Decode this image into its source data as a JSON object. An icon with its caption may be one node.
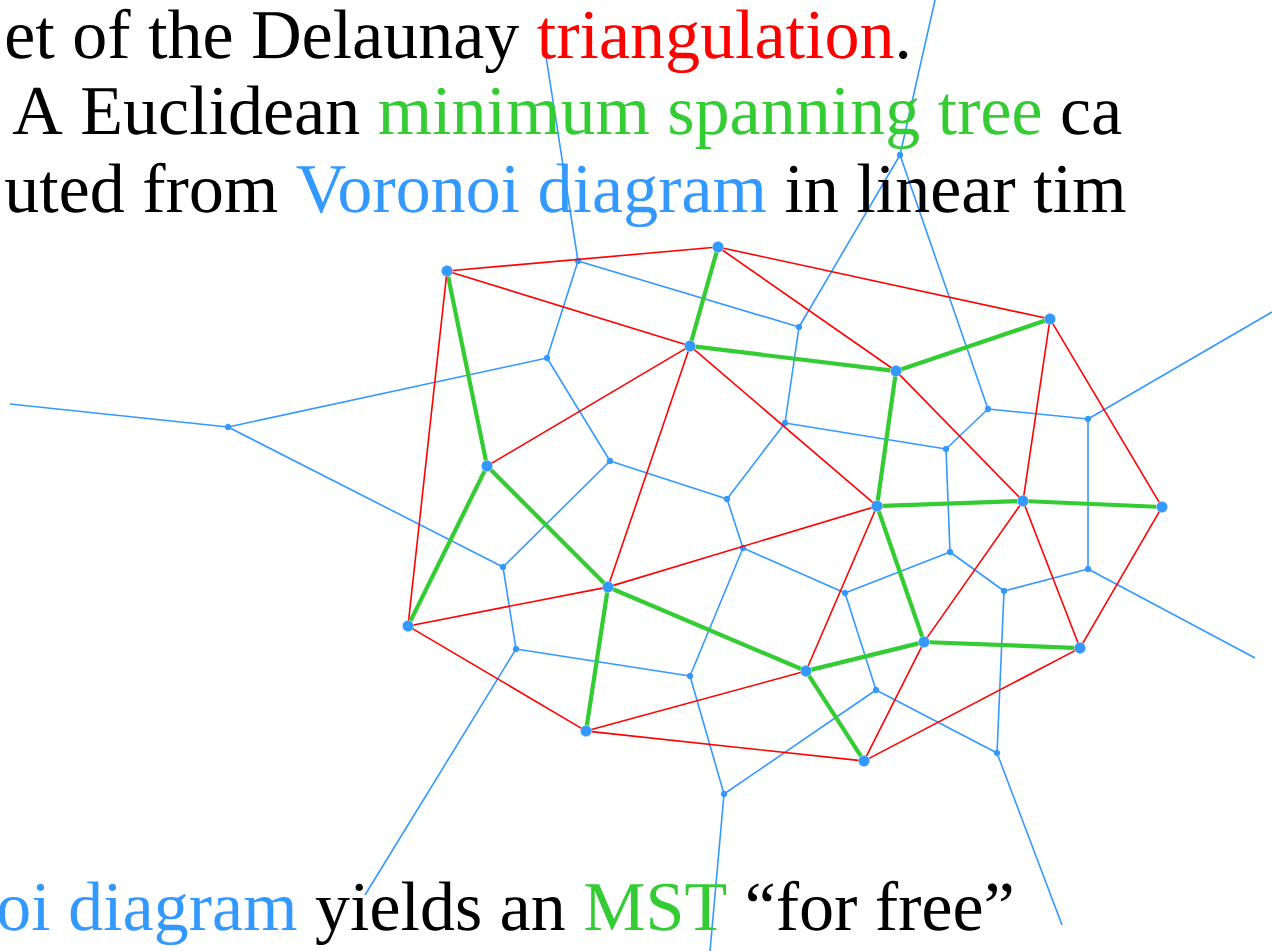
{
  "diagram": {
    "nodes": [
      {
        "text": [],
        "shape": "circle"
      },
      {
        "text": [],
        "shape": "circle"
      },
      {
        "text": [],
        "shape": "circle"
      },
      {
        "text": [],
        "shape": "circle"
      },
      {
        "text": [],
        "shape": "circle"
      },
      {
        "text": [],
        "shape": "circle"
      },
      {
        "text": [],
        "shape": "circle"
      },
      {
        "text": [],
        "shape": "circle"
      },
      {
        "text": [],
        "shape": "circle"
      },
      {
        "text": [],
        "shape": "circle"
      },
      {
        "text": [],
        "shape": "circle"
      },
      {
        "text": [],
        "shape": "circle"
      },
      {
        "text": [],
        "shape": "circle"
      },
      {
        "text": [],
        "shape": "circle"
      },
      {
        "text": [],
        "shape": "circle"
      },
      {
        "text": [],
        "shape": "circle"
      }
    ],
    "edges": [
      {
        "from": 0,
        "to": 1,
        "arrow": "none"
      },
      {
        "from": 1,
        "to": 2,
        "arrow": "none"
      },
      {
        "from": 0,
        "to": 3,
        "arrow": "none"
      },
      {
        "from": 1,
        "to": 3,
        "arrow": "none",
        "style": "thick",
        "color": "#33cc33"
      },
      {
        "from": 1,
        "to": 4,
        "arrow": "none"
      },
      {
        "from": 3,
        "to": 4,
        "arrow": "none",
        "style": "thick",
        "color": "#33cc33"
      },
      {
        "from": 4,
        "to": 2,
        "arrow": "none",
        "style": "thick",
        "color": "#33cc33"
      },
      {
        "from": 0,
        "to": 5,
        "arrow": "none",
        "style": "thick",
        "color": "#33cc33"
      },
      {
        "from": 0,
        "to": 9,
        "arrow": "none"
      },
      {
        "from": 3,
        "to": 5,
        "arrow": "none"
      },
      {
        "from": 3,
        "to": 10,
        "arrow": "none"
      },
      {
        "from": 3,
        "to": 6,
        "arrow": "none"
      },
      {
        "from": 4,
        "to": 6,
        "arrow": "none",
        "style": "thick",
        "color": "#33cc33"
      },
      {
        "from": 4,
        "to": 7,
        "arrow": "none"
      },
      {
        "from": 2,
        "to": 7,
        "arrow": "none"
      },
      {
        "from": 2,
        "to": 8,
        "arrow": "none"
      },
      {
        "from": 7,
        "to": 8,
        "arrow": "none",
        "style": "thick",
        "color": "#33cc33"
      },
      {
        "from": 6,
        "to": 7,
        "arrow": "none",
        "style": "thick",
        "color": "#33cc33"
      },
      {
        "from": 5,
        "to": 9,
        "arrow": "none",
        "style": "thick",
        "color": "#33cc33"
      },
      {
        "from": 5,
        "to": 10,
        "arrow": "none",
        "style": "thick",
        "color": "#33cc33"
      },
      {
        "from": 10,
        "to": 6,
        "arrow": "none"
      },
      {
        "from": 9,
        "to": 10,
        "arrow": "none"
      },
      {
        "from": 9,
        "to": 14,
        "arrow": "none"
      },
      {
        "from": 10,
        "to": 14,
        "arrow": "none",
        "style": "thick",
        "color": "#33cc33"
      },
      {
        "from": 10,
        "to": 11,
        "arrow": "none",
        "style": "thick",
        "color": "#33cc33"
      },
      {
        "from": 14,
        "to": 11,
        "arrow": "none"
      },
      {
        "from": 14,
        "to": 15,
        "arrow": "none"
      },
      {
        "from": 11,
        "to": 15,
        "arrow": "none",
        "style": "thick",
        "color": "#33cc33"
      },
      {
        "from": 11,
        "to": 6,
        "arrow": "none"
      },
      {
        "from": 6,
        "to": 12,
        "arrow": "none",
        "style": "thick",
        "color": "#33cc33"
      },
      {
        "from": 11,
        "to": 12,
        "arrow": "none",
        "style": "thick",
        "color": "#33cc33"
      },
      {
        "from": 12,
        "to": 13,
        "arrow": "none",
        "style": "thick",
        "color": "#33cc33"
      },
      {
        "from": 7,
        "to": 12,
        "arrow": "none"
      },
      {
        "from": 7,
        "to": 13,
        "arrow": "none"
      },
      {
        "from": 8,
        "to": 13,
        "arrow": "none"
      },
      {
        "from": 12,
        "to": 15,
        "arrow": "none"
      },
      {
        "from": 13,
        "to": 15,
        "arrow": "none"
      }
    ],
    "labels": [
      "et of the Delaunay",
      "triangulation",
      ".",
      "A Euclidean",
      "minimum spanning tree",
      "ca",
      "uted from",
      "Voronoi diagram",
      "in linear tim",
      "oi diagram",
      "yields an",
      "MST",
      "“for free”"
    ]
  }
}
